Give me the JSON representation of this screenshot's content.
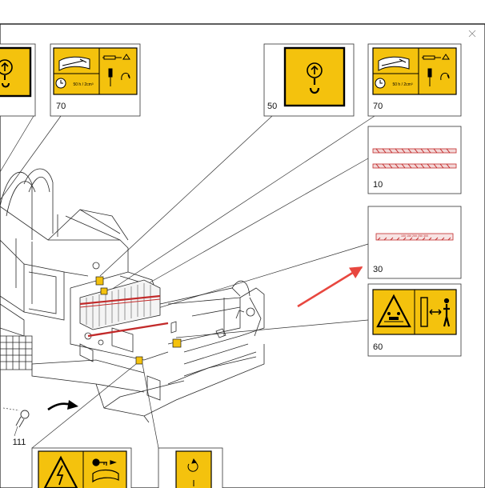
{
  "page": {
    "background": "#ffffff"
  },
  "colors": {
    "label_yellow": "#f4c20d",
    "stroke": "#1a1a1a",
    "arrow_red": "#e8473f",
    "stripe_red": "#c22a2a"
  },
  "labels": [
    {
      "number": "",
      "icon": "lifting-hook-icon"
    },
    {
      "number": "70",
      "icon": "grease-interval-icon"
    },
    {
      "number": "50",
      "icon": "lifting-hook-icon"
    },
    {
      "number": "70",
      "icon": "grease-interval-icon"
    },
    {
      "number": "10",
      "icon": "reflective-strip-icon"
    },
    {
      "number": "30",
      "icon": "reflective-scale-strip-icon"
    },
    {
      "number": "60",
      "icon": "crush-hazard-icon"
    }
  ],
  "bottom_labels": [
    {
      "icon": "electrical-hazard-icon"
    },
    {
      "icon": "rotation-icon"
    }
  ],
  "grease_label_text": "50 h / 2cm³",
  "strip_scale_text": "100 150 200 250 300",
  "callout_111": {
    "number": "111",
    "icon": "bolt-icon"
  }
}
